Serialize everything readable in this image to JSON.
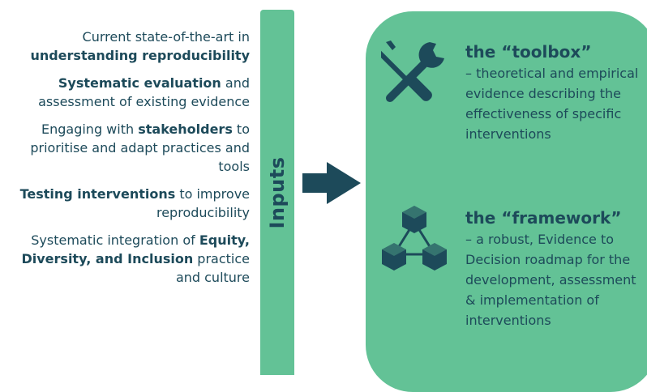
{
  "inputs": {
    "label": "Inputs",
    "items": [
      {
        "pre": "Current state-of-the-art in ",
        "bold": "understanding reproducibility",
        "post": ""
      },
      {
        "pre": "",
        "bold": "Systematic evaluation",
        "post": " and assessment of existing evidence"
      },
      {
        "pre": "Engaging with ",
        "bold": "stakeholders",
        "post": " to prioritise and adapt practices and tools"
      },
      {
        "pre": "",
        "bold": "Testing interventions",
        "post": " to improve reproducibility"
      },
      {
        "pre": "Systematic integration of ",
        "bold": "Equity, Diversity, and Inclusion",
        "post": " practice and culture"
      }
    ]
  },
  "outputs": {
    "toolbox": {
      "title": "the “toolbox”",
      "description": "– theoretical and empirical evidence describing the effectiveness of specific interventions",
      "icon": "tools-icon"
    },
    "framework": {
      "title": "the “framework”",
      "description": "– a robust, Evidence to Decision roadmap for the development, assessment & implementation of interventions",
      "icon": "network-blocks-icon"
    }
  },
  "colors": {
    "panel": "#63c296",
    "text": "#1d4a5a",
    "arrow": "#1d4a5a"
  }
}
